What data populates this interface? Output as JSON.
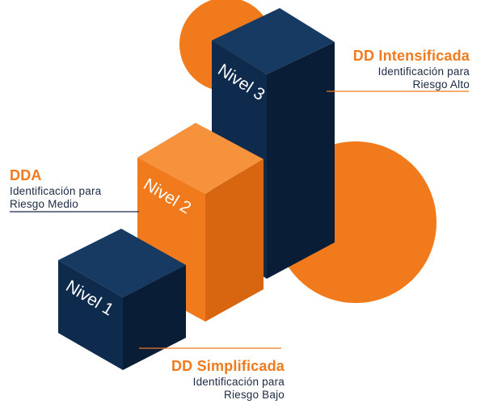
{
  "colors": {
    "navy_front": "#0e2a4c",
    "navy_top": "#173a62",
    "navy_side": "#0a1d36",
    "orange": "#f07a1c",
    "orange_top": "#f6913c",
    "orange_side": "#d8650f",
    "orange_circle": "#f07a1c",
    "text_dark": "#1b2a44",
    "title_accent": "#f07a1c"
  },
  "levels": [
    {
      "bar_label": "Nivel 1",
      "title": "DD Simplificada",
      "sub1": "Identificación para",
      "sub2": "Riesgo Bajo"
    },
    {
      "bar_label": "Nivel 2",
      "title": "DDA",
      "sub1": "Identificación para",
      "sub2": "Riesgo Medio"
    },
    {
      "bar_label": "Nivel 3",
      "title": "DD Intensificada",
      "sub1": "Identificación para",
      "sub2": "Riesgo Alto"
    }
  ]
}
